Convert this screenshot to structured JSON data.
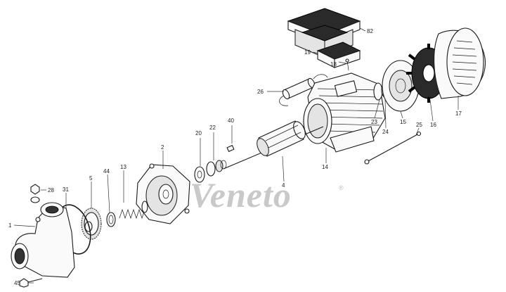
{
  "watermark": {
    "brand": "Veneto",
    "registered": "®"
  },
  "part_labels": {
    "p1": "1",
    "p2": "2",
    "p4": "4",
    "p5": "5",
    "p13": "13",
    "p14": "14",
    "p15": "15",
    "p16": "16",
    "p17": "17",
    "p18": "18",
    "p19": "19",
    "p20": "20",
    "p22": "22",
    "p23": "23",
    "p24": "24",
    "p25": "25",
    "p26": "26",
    "p28": "28",
    "p31": "31",
    "p40": "40",
    "p44": "44",
    "p45": "45",
    "p82": "82"
  }
}
